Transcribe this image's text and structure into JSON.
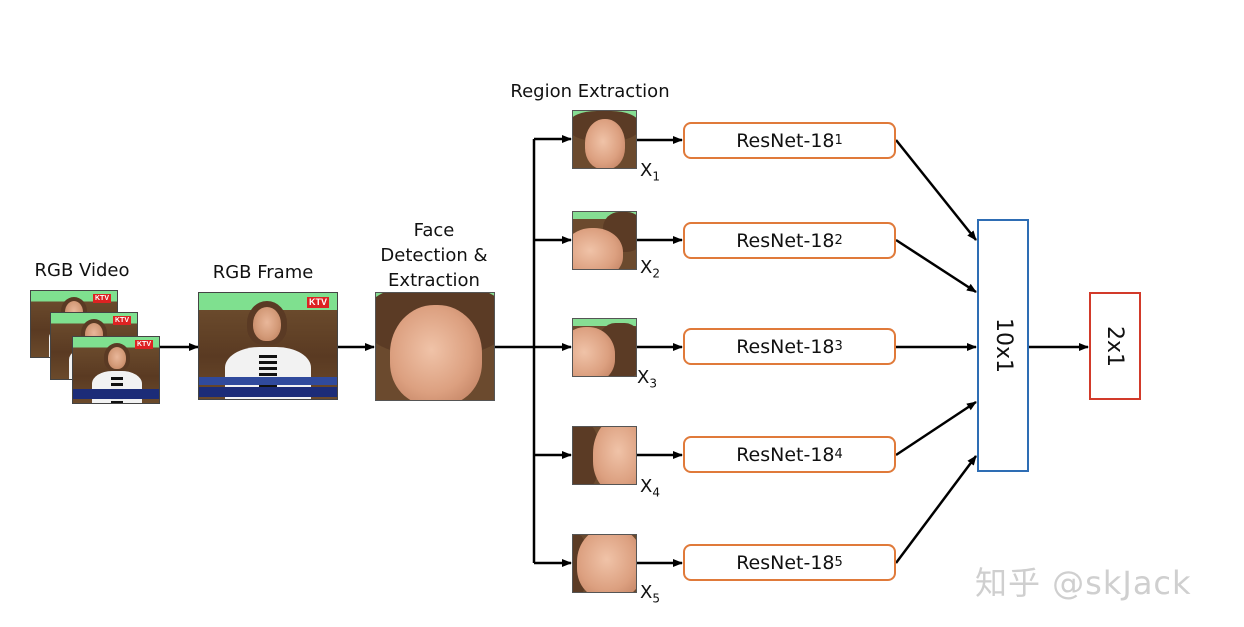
{
  "labels": {
    "rgb_video": "RGB Video",
    "rgb_frame": "RGB Frame",
    "face_detection_1": "Face",
    "face_detection_2": "Detection &",
    "face_detection_3": "Extraction",
    "region_extraction": "Region Extraction"
  },
  "resnets": [
    {
      "base": "ResNet-18",
      "sub": "1"
    },
    {
      "base": "ResNet-18",
      "sub": "2"
    },
    {
      "base": "ResNet-18",
      "sub": "3"
    },
    {
      "base": "ResNet-18",
      "sub": "4"
    },
    {
      "base": "ResNet-18",
      "sub": "5"
    }
  ],
  "regions": [
    {
      "base": "X",
      "sub": "1"
    },
    {
      "base": "X",
      "sub": "2"
    },
    {
      "base": "X",
      "sub": "3"
    },
    {
      "base": "X",
      "sub": "4"
    },
    {
      "base": "X",
      "sub": "5"
    }
  ],
  "fusion": "10x1",
  "output": "2x1",
  "watermark": "知乎 @skJack",
  "colors": {
    "resnet_border": "#e07a3a",
    "fusion_border": "#2e6db4",
    "output_border": "#d23a2a",
    "arrow": "#000000"
  }
}
